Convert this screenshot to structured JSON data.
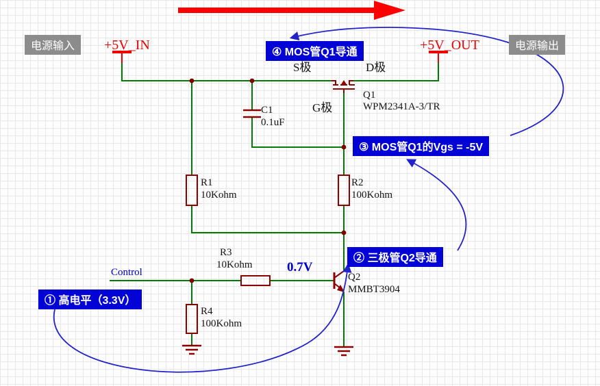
{
  "colors": {
    "wire_green": "#007A00",
    "symbol_dark_red": "#8B0000",
    "junction_dot": "#800000",
    "net_label_red": "#EE0000",
    "annotation_blue_bg": "#0303D6",
    "annotation_text": "#FFFFFF",
    "tag_gray_bg": "#8C8C8C",
    "control_blue": "#0000C8",
    "flow_arrow_red": "#FF0000",
    "curve_blue": "#2222CC"
  },
  "tags": {
    "power_input": "电源输入",
    "power_output": "电源输出"
  },
  "nets": {
    "vin": "+5V_IN",
    "vout": "+5V_OUT",
    "control": "Control",
    "vbe": "0.7V"
  },
  "components": {
    "q1": {
      "ref": "Q1",
      "part": "WPM2341A-3/TR",
      "pin_s": "S极",
      "pin_d": "D极",
      "pin_g": "G极"
    },
    "q2": {
      "ref": "Q2",
      "part": "MMBT3904"
    },
    "c1": {
      "ref": "C1",
      "value": "0.1uF"
    },
    "r1": {
      "ref": "R1",
      "value": "10Kohm"
    },
    "r2": {
      "ref": "R2",
      "value": "100Kohm"
    },
    "r3": {
      "ref": "R3",
      "value": "10Kohm"
    },
    "r4": {
      "ref": "R4",
      "value": "100Kohm"
    }
  },
  "annotations": {
    "step1": "① 高电平（3.3V）",
    "step2": "② 三极管Q2导通",
    "step3": "③ MOS管Q1的Vgs = -5V",
    "step4": "④ MOS管Q1导通"
  }
}
